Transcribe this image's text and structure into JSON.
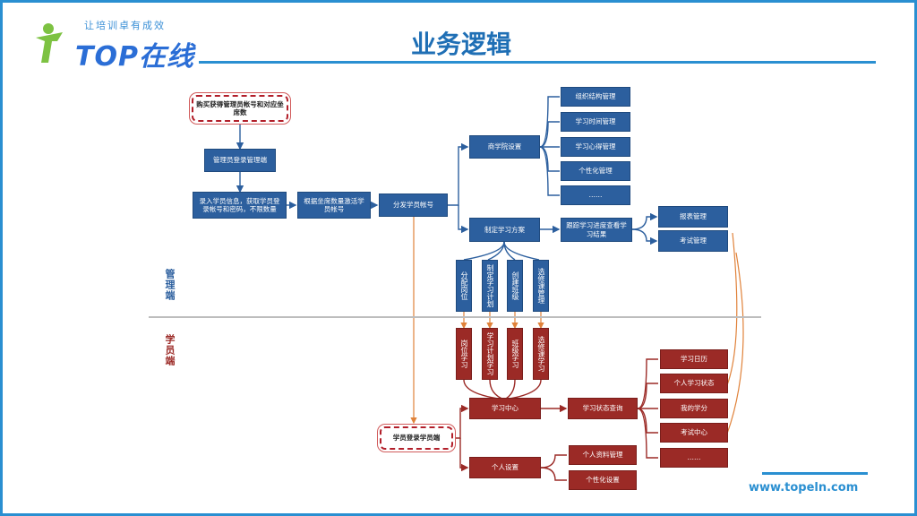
{
  "logo": {
    "tagline": "让培训卓有成效",
    "brand": "TOP在线"
  },
  "title": "业务逻辑",
  "side_labels": {
    "manager": "管理端",
    "student": "学员端"
  },
  "manager": {
    "start": "购买获得管理员帐号和对应坐席数",
    "login": "管理员登录管理端",
    "input": "录入学员信息，获取学员登录帐号和密码，不限数量",
    "activate": "根据坐席数量激活学员帐号",
    "assign": "分发学员帐号",
    "college": "商学院设置",
    "college_items": [
      "组织结构管理",
      "学习时间管理",
      "学习心得管理",
      "个性化管理",
      "……"
    ],
    "plan": "制定学习方案",
    "track": "跟踪学习进度查看学习结果",
    "report": "报表管理",
    "exam": "考试管理",
    "plan_items": [
      "分配岗位",
      "制定学习计划",
      "创建班级",
      "选修课管理"
    ]
  },
  "student": {
    "learn_items": [
      "岗位学习",
      "学习计划学习",
      "班级学习",
      "选修课学习"
    ],
    "center": "学习中心",
    "status_query": "学习状态查询",
    "status_items": [
      "学习日历",
      "个人学习状态",
      "我的学分",
      "考试中心",
      "……"
    ],
    "login": "学员登录学员端",
    "settings": "个人设置",
    "settings_items": [
      "个人资料管理",
      "个性化设置"
    ]
  },
  "footer": {
    "url": "www.topeln.com"
  },
  "colors": {
    "blue": "#2c5f9e",
    "red": "#9b2a26",
    "accent": "#2a8fd1",
    "orange": "#e0823a"
  }
}
